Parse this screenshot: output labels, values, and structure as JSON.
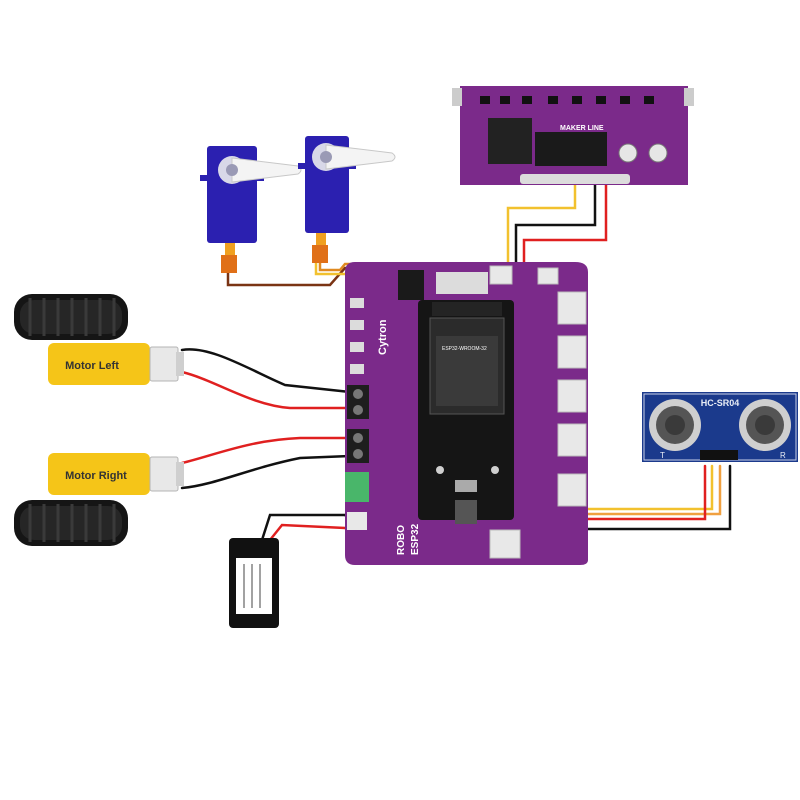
{
  "motors": {
    "left_label": "Motor Left",
    "right_label": "Motor Right"
  },
  "board": {
    "brand": "Cytron",
    "name_line1": "ROBO",
    "name_line2": "ESP32",
    "module_label": "ESP32-WROOM-32"
  },
  "line_sensor": {
    "label": "MAKER LINE"
  },
  "ultrasonic": {
    "label": "HC-SR04",
    "left_mark": "T",
    "right_mark": "R"
  },
  "colors": {
    "board": "#7b2a8a",
    "wire_red": "#e02020",
    "wire_black": "#111111",
    "wire_yellow": "#f2c12e",
    "wire_brown": "#7a3414",
    "servo_blue": "#2b20b0",
    "motor_yellow": "#f5c518",
    "sensor_blue": "#1b3a8c"
  }
}
